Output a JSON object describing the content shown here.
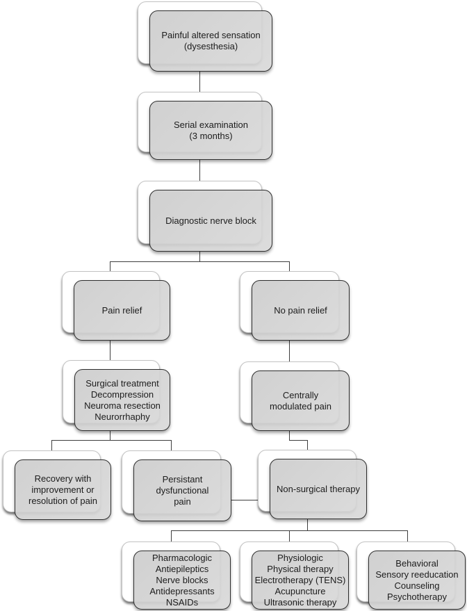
{
  "diagram": {
    "type": "flowchart",
    "topic": "Management of painful altered sensation (dysesthesia)",
    "colors": {
      "card_fill": "#d4d4d4",
      "card_border": "#2e2e2e",
      "back_card_fill": "#ffffff",
      "back_card_border": "#c2c2c2",
      "connector_line": "#3d3d3d",
      "text": "#1c1c1c",
      "background": "#ffffff"
    },
    "nodes": {
      "painful_sensation": "Painful altered sensation\n(dysesthesia)",
      "serial_exam": "Serial examination\n(3 months)",
      "nerve_block": "Diagnostic nerve block",
      "pain_relief": "Pain relief",
      "no_pain_relief": "No pain relief",
      "surgical": "Surgical treatment\nDecompression\nNeuroma resection\nNeurorrhaphy",
      "central_pain": "Centrally\nmodulated pain",
      "recovery": "Recovery with\nimprovement or\nresolution of pain",
      "persistent": "Persistant\ndysfunctional\npain",
      "nonsurgical": "Non-surgical therapy",
      "pharmacologic": "Pharmacologic\nAntiepileptics\nNerve blocks\nAntidepressants\nNSAIDs",
      "physiologic": "Physiologic\nPhysical therapy\nElectrotherapy (TENS)\nAcupuncture\nUltrasonic therapy",
      "behavioral": "Behavioral\nSensory reeducation\nCounseling\nPsychotherapy"
    },
    "edges": [
      "painful_sensation -> serial_exam",
      "serial_exam -> nerve_block",
      "nerve_block -> pain_relief",
      "nerve_block -> no_pain_relief",
      "pain_relief -> surgical",
      "no_pain_relief -> central_pain",
      "surgical -> recovery",
      "surgical -> persistent",
      "central_pain -> nonsurgical",
      "persistent -> nonsurgical (arrow)",
      "nonsurgical -> pharmacologic",
      "nonsurgical -> physiologic",
      "nonsurgical -> behavioral"
    ]
  }
}
